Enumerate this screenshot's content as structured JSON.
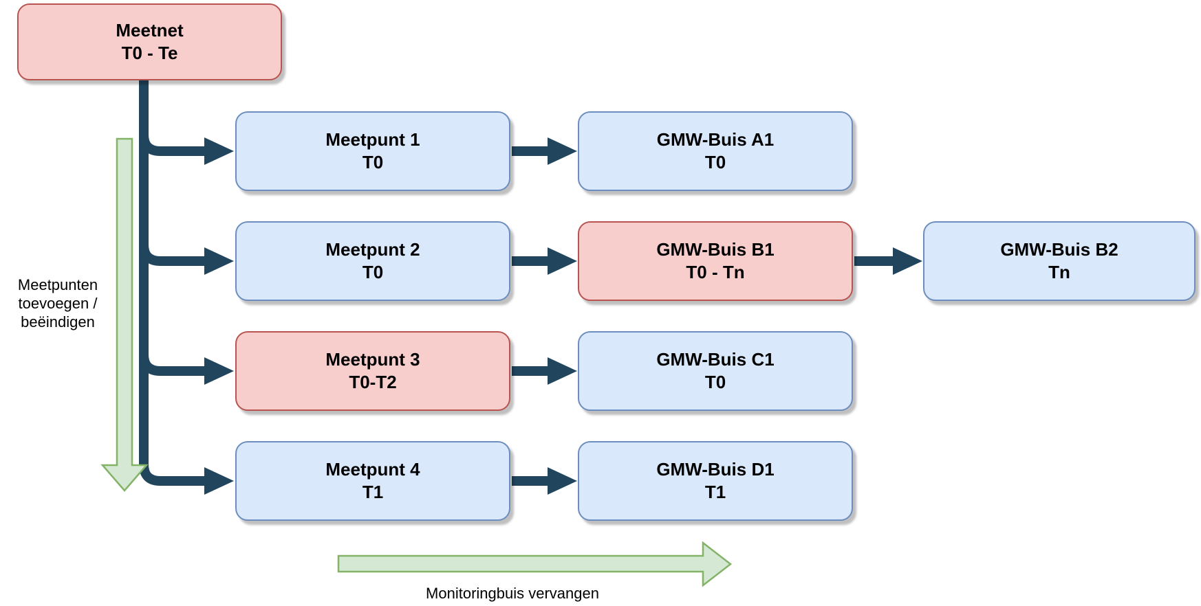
{
  "diagram": {
    "nodes": {
      "meetnet": {
        "label": "Meetnet",
        "period": "T0 - Te",
        "variant": "red"
      },
      "meetpunt_1": {
        "label": "Meetpunt 1",
        "period": "T0",
        "variant": "blue"
      },
      "gmw_buis_a1": {
        "label": "GMW-Buis A1",
        "period": "T0",
        "variant": "blue"
      },
      "meetpunt_2": {
        "label": "Meetpunt 2",
        "period": "T0",
        "variant": "blue"
      },
      "gmw_buis_b1": {
        "label": "GMW-Buis B1",
        "period": "T0 - Tn",
        "variant": "red"
      },
      "gmw_buis_b2": {
        "label": "GMW-Buis B2",
        "period": "Tn",
        "variant": "blue"
      },
      "meetpunt_3": {
        "label": "Meetpunt 3",
        "period": "T0-T2",
        "variant": "red"
      },
      "gmw_buis_c1": {
        "label": "GMW-Buis C1",
        "period": "T0",
        "variant": "blue"
      },
      "meetpunt_4": {
        "label": "Meetpunt 4",
        "period": "T1",
        "variant": "blue"
      },
      "gmw_buis_d1": {
        "label": "GMW-Buis D1",
        "period": "T1",
        "variant": "blue"
      }
    },
    "annotations": {
      "left_arrow_label": "Meetpunten\ntoevoegen /\nbeëindigen",
      "bottom_arrow_label": "Monitoringbuis vervangen"
    },
    "colors": {
      "node_blue_fill": "#dae8fc",
      "node_blue_border": "#6c8ebf",
      "node_red_fill": "#f8cecc",
      "node_red_border": "#b85450",
      "green_arrow_fill": "#d5e8d4",
      "green_arrow_border": "#82b366",
      "connector": "#21455c",
      "text": "#000000"
    }
  }
}
